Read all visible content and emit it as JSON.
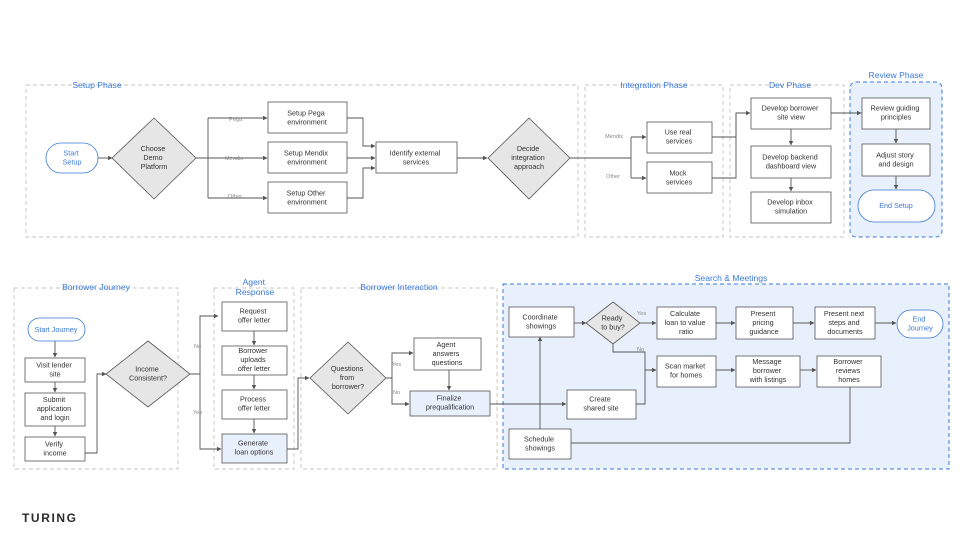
{
  "brand": "TURING",
  "colors": {
    "accent": "#3b7ad9",
    "highlight_fill": "#e8f1fb",
    "decision_fill": "#e6e6e6",
    "line": "#555555",
    "border": "#c4c4c4"
  },
  "phases": {
    "setup": "Setup Phase",
    "integration": "Integration Phase",
    "dev": "Dev Phase",
    "review": "Review Phase",
    "borrower_journey": "Borrower Journey",
    "agent_response": [
      "Agent",
      "Response"
    ],
    "borrower_interaction": "Borrower Interaction",
    "search_meetings": "Search & Meetings"
  },
  "nodes": {
    "start_setup": [
      "Start",
      "Setup"
    ],
    "choose_platform": [
      "Choose",
      "Demo",
      "Platform"
    ],
    "setup_pega": [
      "Setup Pega",
      "environment"
    ],
    "setup_mendix": [
      "Setup Mendix",
      "environment"
    ],
    "setup_other": [
      "Setup Other",
      "environment"
    ],
    "identify_services": [
      "Identify external",
      "services"
    ],
    "decide_integration": [
      "Decide",
      "integration",
      "approach"
    ],
    "use_real": [
      "Use real",
      "services"
    ],
    "mock_services": [
      "Mock",
      "services"
    ],
    "dev_borrower_site": [
      "Develop borrower",
      "site view"
    ],
    "dev_backend": [
      "Develop backend",
      "dashboard view"
    ],
    "dev_inbox": [
      "Develop inbox",
      "simulation"
    ],
    "review_principles": [
      "Review guiding",
      "principles"
    ],
    "adjust_story": [
      "Adjust story",
      "and design"
    ],
    "end_setup": [
      "End Setup"
    ],
    "start_journey": [
      "Start Journey"
    ],
    "visit_lender": [
      "Visit lender",
      "site"
    ],
    "submit_application": [
      "Submit",
      "application",
      "and login"
    ],
    "verify_income": [
      "Verify",
      "income"
    ],
    "income_consistent": [
      "Income",
      "Consistent?"
    ],
    "request_offer": [
      "Request",
      "offer letter"
    ],
    "borrower_uploads": [
      "Borrower",
      "uploads",
      "offer letter"
    ],
    "process_offer": [
      "Process",
      "offer letter"
    ],
    "generate_loan": [
      "Generate",
      "loan options"
    ],
    "questions_borrower": [
      "Questions",
      "from",
      "borrower?"
    ],
    "agent_answers": [
      "Agent",
      "answers",
      "questions"
    ],
    "finalize_prequal": [
      "Finalize",
      "prequalification"
    ],
    "coordinate_showings": [
      "Coordinate",
      "showings"
    ],
    "ready_to_buy": [
      "Ready",
      "to buy?"
    ],
    "calculate_ltv": [
      "Calculate",
      "loan to value",
      "ratio"
    ],
    "present_pricing": [
      "Present",
      "pricing",
      "guidance"
    ],
    "present_next_steps": [
      "Present next",
      "steps and",
      "documents"
    ],
    "end_journey": [
      "End",
      "Journey"
    ],
    "scan_market": [
      "Scan market",
      "for homes"
    ],
    "message_borrower": [
      "Message",
      "borrower",
      "with listings"
    ],
    "borrower_reviews": [
      "Borrower",
      "reviews",
      "homes"
    ],
    "create_shared_site": [
      "Create",
      "shared site"
    ],
    "schedule_showings": [
      "Schedule",
      "showings"
    ]
  },
  "edge_labels": {
    "pega": "Pega",
    "mendix": "Mendix",
    "other": "Other",
    "mendix_int": "Mendix",
    "other_int": "Other",
    "no_income": "No",
    "yes_income": "Yes",
    "yes_questions": "Yes",
    "no_questions": "No",
    "yes_ready": "Yes",
    "no_ready": "No"
  }
}
